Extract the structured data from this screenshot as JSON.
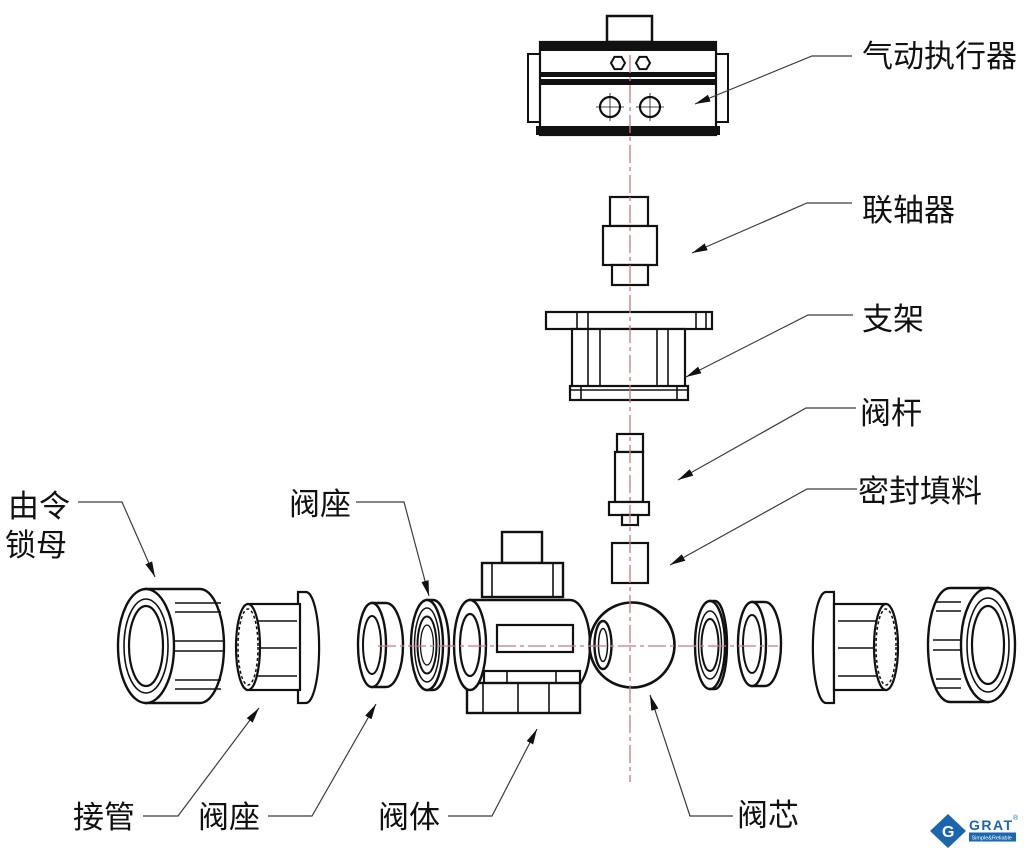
{
  "diagram": {
    "colors": {
      "line": "#111111",
      "centerline": "#c97b7b",
      "leader": "#3c3c3c",
      "logo_blue": "#1b66ad"
    },
    "labels": {
      "actuator": "气动执行器",
      "coupling": "联轴器",
      "bracket": "支架",
      "stem": "阀杆",
      "packing": "密封填料",
      "union_nut_line1": "由令",
      "union_nut_line2": "锁母",
      "seat_top": "阀座",
      "pipe_bottom": "接管",
      "seat_bottom": "阀座",
      "body_bottom": "阀体",
      "ball_bottom": "阀芯"
    },
    "logo": {
      "brand": "GRAT",
      "mark": "®",
      "tagline": "Simple&Reliable",
      "monogram": "G"
    }
  }
}
